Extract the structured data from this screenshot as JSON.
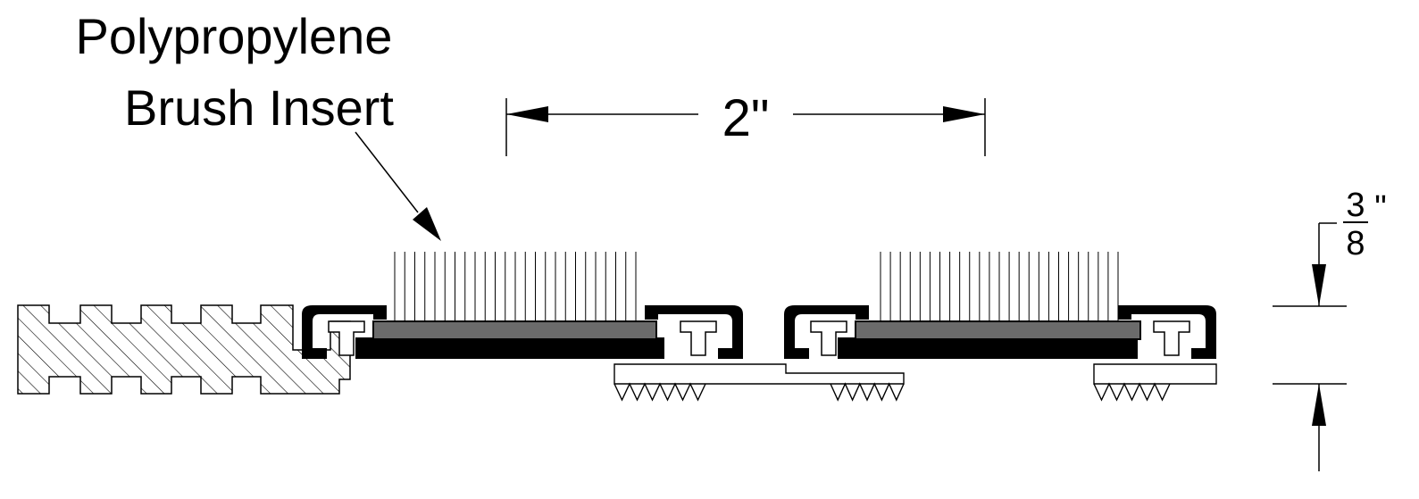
{
  "callout": {
    "line1": "Polypropylene",
    "line2": "Brush Insert"
  },
  "dimensions": {
    "width": "2\"",
    "height_numerator": "3",
    "height_denominator": "8",
    "height_unit": "\""
  },
  "colors": {
    "ink": "#000000",
    "insert_fill": "#6b6b6b",
    "background": "#ffffff"
  }
}
